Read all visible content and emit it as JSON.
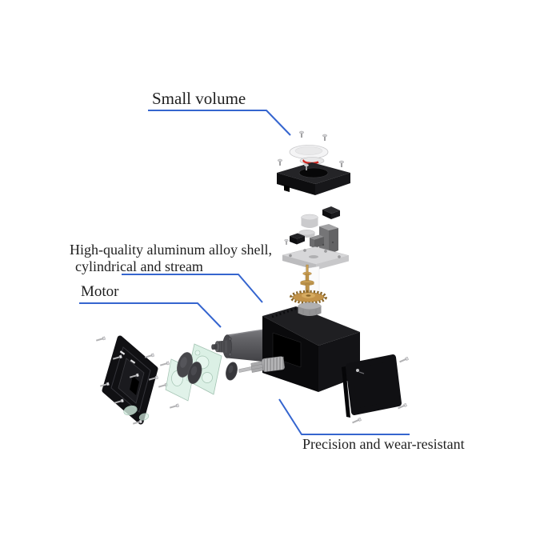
{
  "colors": {
    "background": "#ffffff",
    "leader_line": "#3565cf",
    "text": "#1f1f1f",
    "brass_gear": "#c39349",
    "green_gears": "#d5ede1",
    "black_parts": "#101013"
  },
  "annotations": {
    "small_volume": {
      "label": "Small volume"
    },
    "shell": {
      "line1": "High-quality aluminum alloy shell,",
      "line2": "cylindrical and stream"
    },
    "motor": {
      "label": "Motor"
    },
    "precision": {
      "label": "Precision and wear-resistant"
    }
  }
}
